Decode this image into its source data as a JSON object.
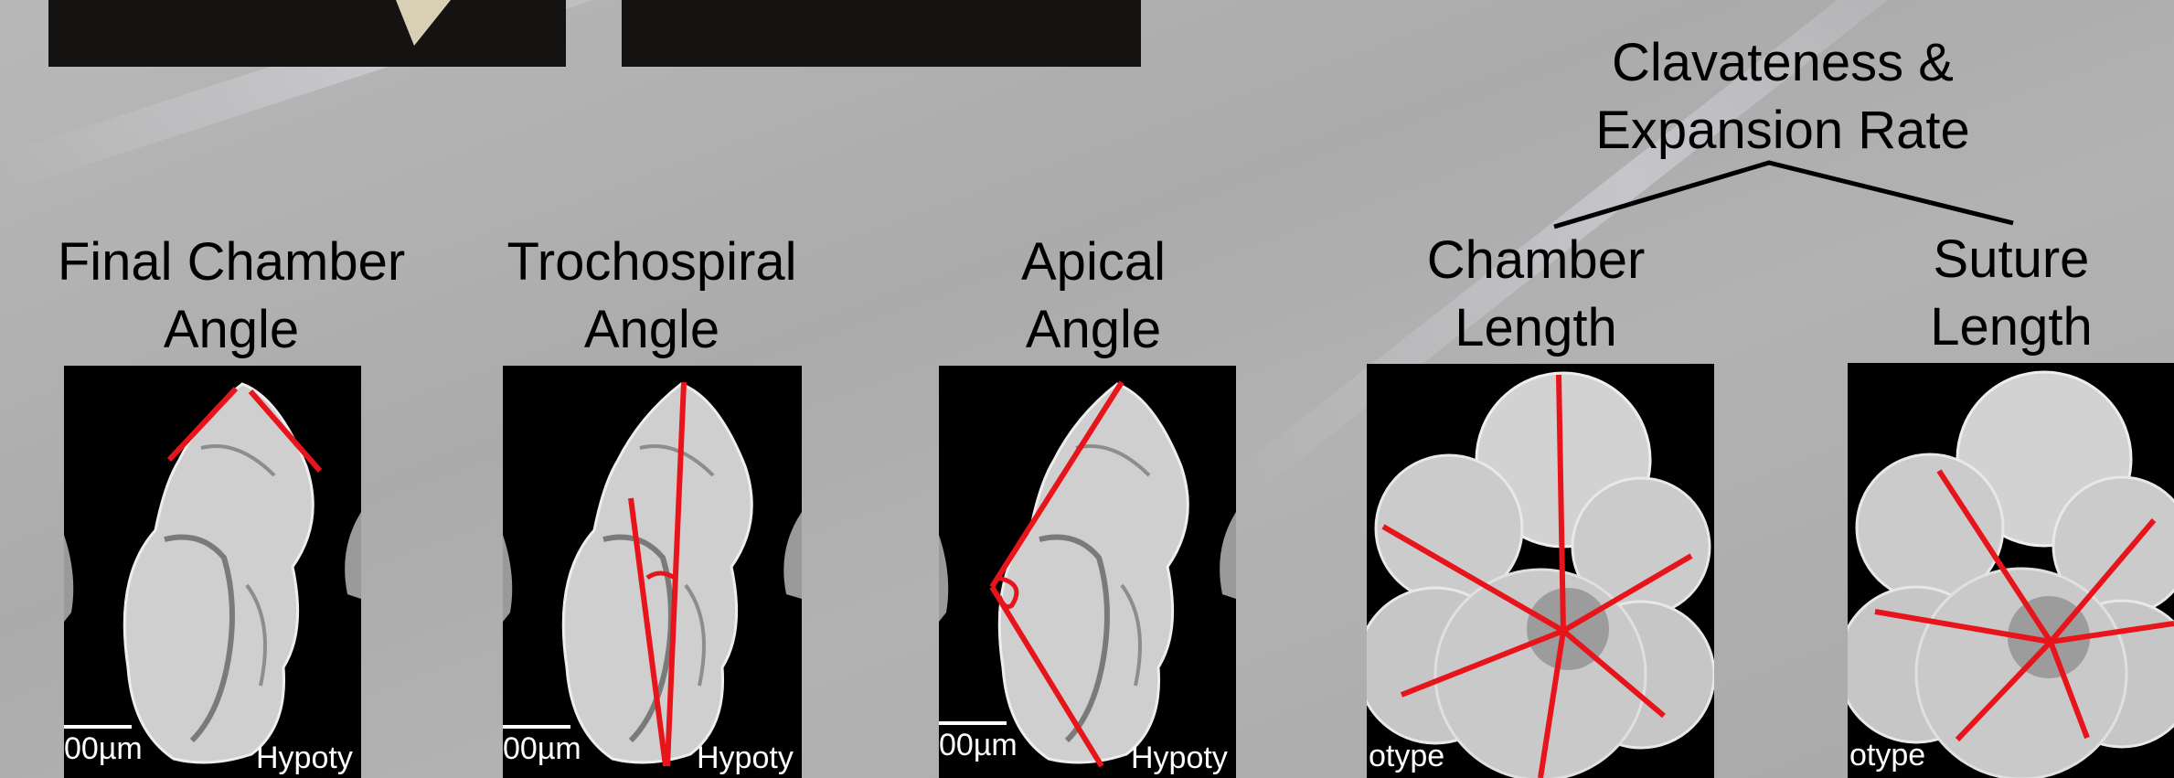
{
  "header": {
    "bracket_title_line1": "Clavateness &",
    "bracket_title_line2": "Expansion Rate"
  },
  "panels": [
    {
      "title_line1": "Final Chamber",
      "title_line2": "Angle",
      "scale_label": "00µm",
      "caption": "Hypoty",
      "specimen": "side-view",
      "overlay": "final-chamber-angle"
    },
    {
      "title_line1": "Trochospiral",
      "title_line2": "Angle",
      "scale_label": "00µm",
      "caption": "Hypoty",
      "specimen": "side-view",
      "overlay": "trochospiral-angle"
    },
    {
      "title_line1": "Apical",
      "title_line2": "Angle",
      "scale_label": "00µm",
      "caption": "Hypoty",
      "specimen": "side-view",
      "overlay": "apical-angle"
    },
    {
      "title_line1": "Chamber",
      "title_line2": "Length",
      "caption": "otype",
      "specimen": "umbilical-view",
      "overlay": "chamber-length"
    },
    {
      "title_line1": "Suture",
      "title_line2": "Length",
      "caption": "otype",
      "specimen": "umbilical-view",
      "overlay": "suture-length"
    }
  ],
  "colors": {
    "measurement_line": "#e8141c",
    "panel_background": "#000000",
    "slide_background": "#b0b0b0"
  }
}
